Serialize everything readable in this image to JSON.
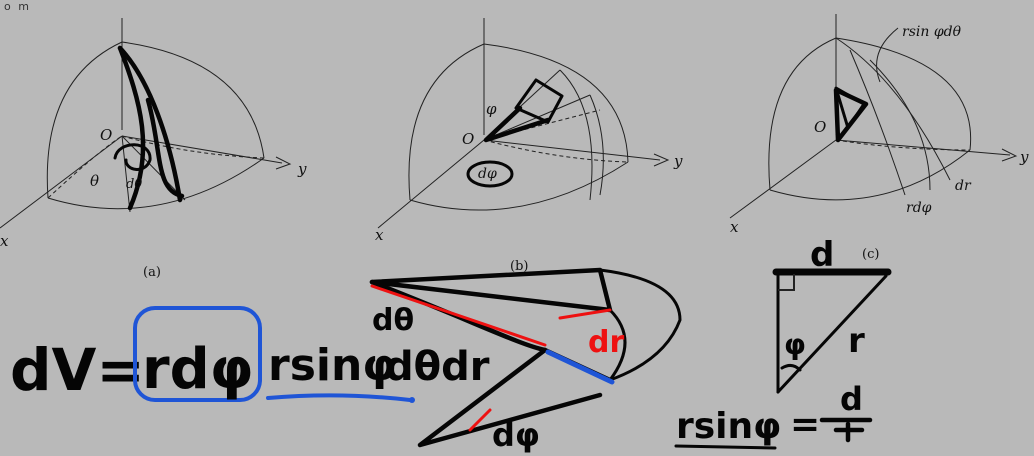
{
  "corner_text": "o m",
  "diagrams": {
    "a": {
      "caption": "(a)",
      "labels": {
        "origin": "O",
        "y_axis": "y",
        "x_axis": "x",
        "theta": "θ",
        "dtheta": "dθ"
      }
    },
    "b": {
      "caption": "(b)",
      "labels": {
        "origin": "O",
        "y_axis": "y",
        "x_axis": "x",
        "phi": "φ",
        "dphi": "dφ"
      }
    },
    "c": {
      "caption": "(c)",
      "labels": {
        "origin": "O",
        "y_axis": "y",
        "x_axis": "x",
        "arc_phi": "rsin φdθ",
        "dr": "dr",
        "rdphi": "rdφ"
      }
    }
  },
  "handwriting": {
    "formula_lhs": "dV=",
    "formula_boxed": "rdφ",
    "formula_underlined": "rsinφ",
    "formula_rest": "dθdr",
    "sketch_dtheta": "dθ",
    "sketch_dr": "dr",
    "sketch_dphi": "dφ",
    "triangle_top": "d",
    "triangle_angle": "φ",
    "triangle_hyp": "r",
    "bottom_eq_lhs": "rsinφ",
    "bottom_eq_eq": "=",
    "bottom_eq_num": "d"
  },
  "colors": {
    "background": "#b9b9b9",
    "ink": "#060606",
    "highlight_blue": "#1f55d6",
    "highlight_red": "#e11111"
  }
}
